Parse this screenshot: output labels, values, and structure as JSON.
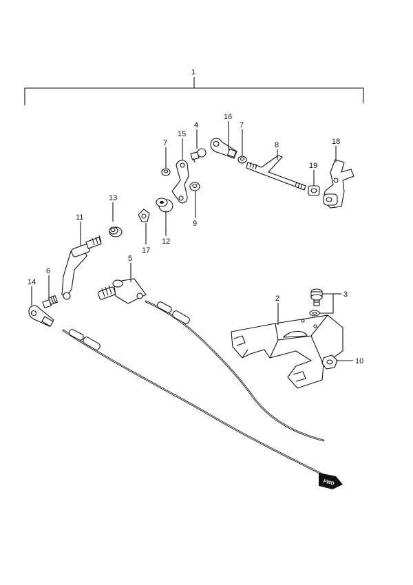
{
  "callouts": {
    "c1": "1",
    "c2": "2",
    "c3": "3",
    "c4": "4",
    "c5": "5",
    "c6": "6",
    "c7a": "7",
    "c7b": "7",
    "c8": "8",
    "c9": "9",
    "c10": "10",
    "c11": "11",
    "c12": "12",
    "c13": "13",
    "c14": "14",
    "c15": "15",
    "c16": "16",
    "c17": "17",
    "c18": "18",
    "c19": "19"
  },
  "direction_tag": {
    "label": "FWD"
  }
}
